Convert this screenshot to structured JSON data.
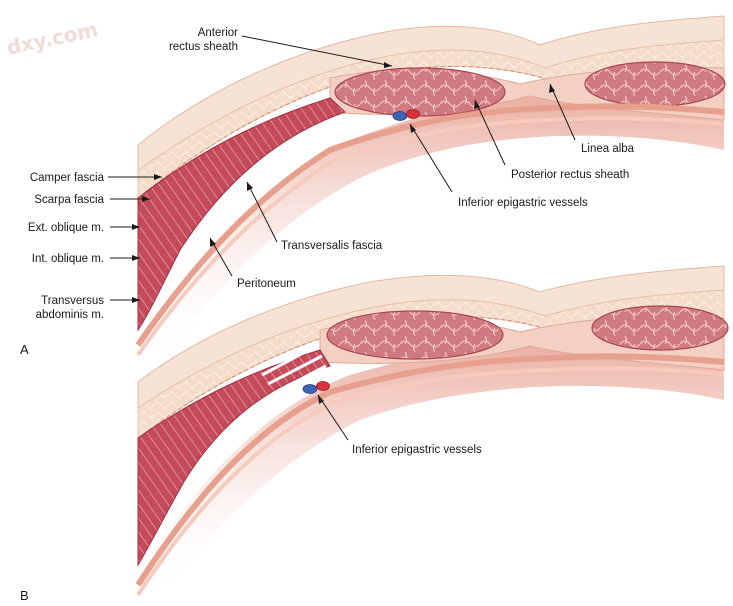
{
  "watermark": "dxy.com",
  "panel_a": {
    "letter": "A",
    "labels": {
      "anterior_rectus_sheath_1": "Anterior",
      "anterior_rectus_sheath_2": "rectus sheath",
      "linea_alba": "Linea alba",
      "posterior_rectus_sheath": "Posterior rectus sheath",
      "inferior_epigastric_vessels": "Inferior epigastric vessels",
      "transversalis_fascia": "Transversalis fascia",
      "peritoneum": "Peritoneum",
      "camper_fascia": "Camper fascia",
      "scarpa_fascia": "Scarpa fascia",
      "ext_oblique": "Ext. oblique m.",
      "int_oblique": "Int. oblique m.",
      "transversus_1": "Transversus",
      "transversus_2": "abdominis m."
    }
  },
  "panel_b": {
    "letter": "B",
    "labels": {
      "inferior_epigastric_vessels": "Inferior epigastric vessels"
    }
  },
  "colors": {
    "skin": "#f7e3d6",
    "fat": "#f3d2bd",
    "muscle": "#c44a5a",
    "muscle_dark": "#9f2f42",
    "rectus": "#d98a8e",
    "peritoneum": "#f0b9a8",
    "vein": "#3f63b4",
    "artery": "#d8333d"
  }
}
